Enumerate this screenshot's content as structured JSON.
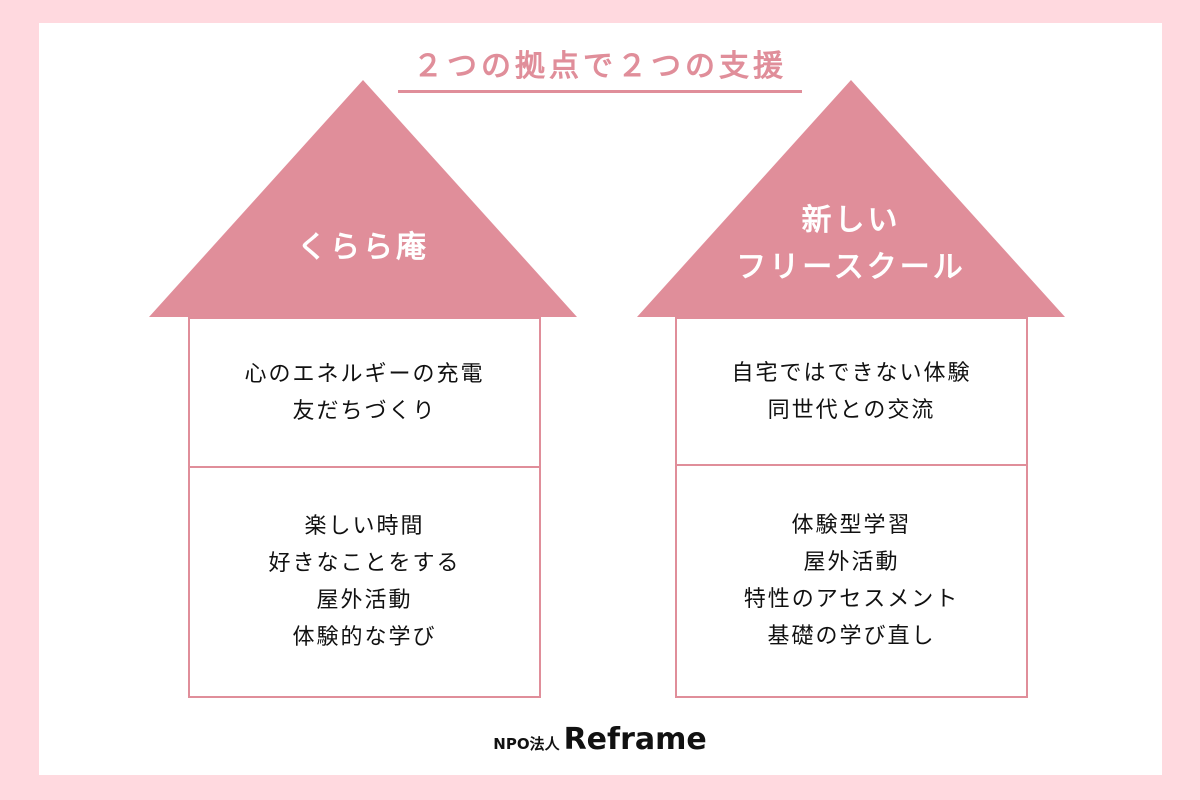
{
  "title": "２つの拠点で２つの支援",
  "colors": {
    "background": "#ffd9df",
    "canvas": "#ffffff",
    "accent": "#e08e9a",
    "text": "#111111"
  },
  "houses": [
    {
      "roof_lines": [
        "くらら庵"
      ],
      "top_items": [
        "心のエネルギーの充電",
        "友だちづくり"
      ],
      "bottom_items": [
        "楽しい時間",
        "好きなことをする",
        "屋外活動",
        "体験的な学び"
      ]
    },
    {
      "roof_lines": [
        "新しい",
        "フリースクール"
      ],
      "top_items": [
        "自宅ではできない体験",
        "同世代との交流"
      ],
      "bottom_items": [
        "体験型学習",
        "屋外活動",
        "特性のアセスメント",
        "基礎の学び直し"
      ]
    }
  ],
  "footer": {
    "org_type": "NPO法人",
    "brand": "Reframe"
  }
}
